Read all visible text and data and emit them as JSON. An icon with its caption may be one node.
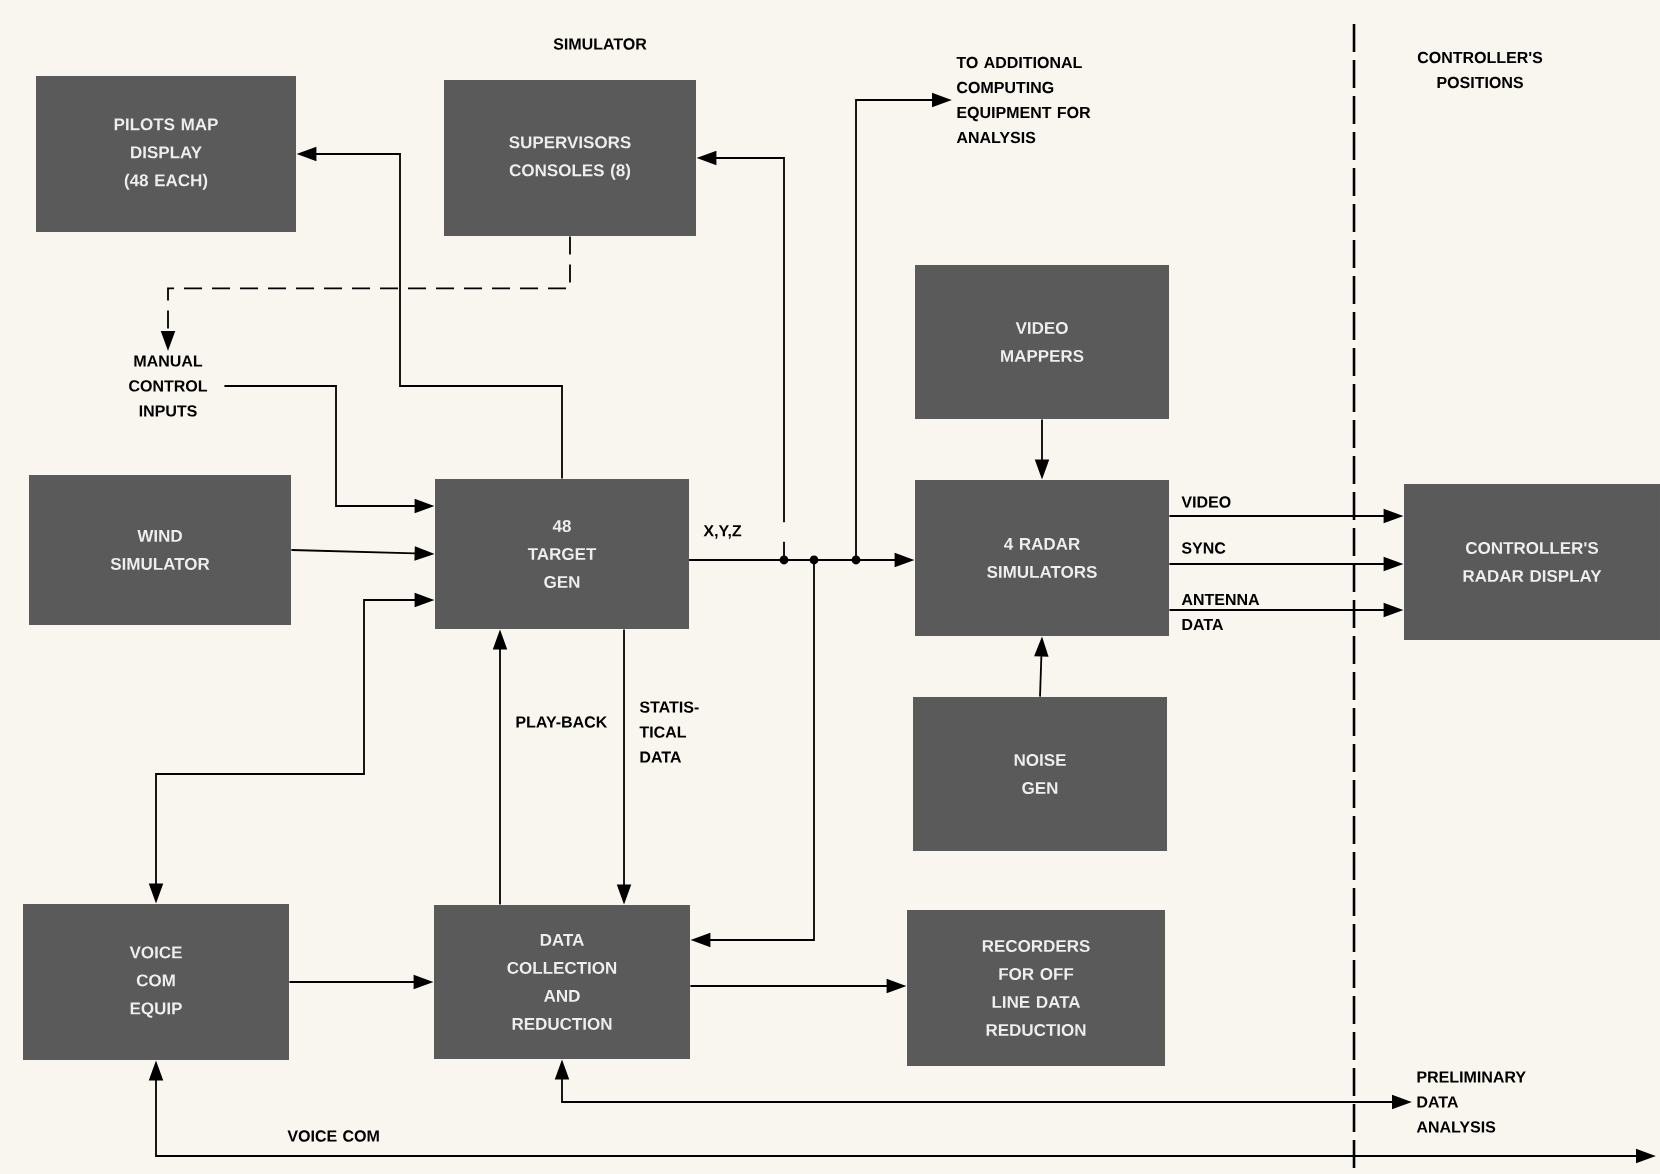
{
  "diagram": {
    "nodes": [
      {
        "text": [
          "PILOTS MAP DISPLAY (48 EACH)"
        ]
      },
      {
        "text": [
          "SUPERVISORS CONSOLES (8)"
        ]
      },
      {
        "text": [
          "MANUAL CONTROL INPUTS"
        ]
      },
      {
        "text": [
          "TO ADDITIONAL COMPUTING EQUIPMENT FOR ANALYSIS"
        ]
      },
      {
        "text": [
          "VIDEO MAPPERS"
        ]
      },
      {
        "text": [
          "WIND SIMULATOR"
        ]
      },
      {
        "text": [
          "48 TARGET GEN"
        ]
      },
      {
        "text": [
          "4 RADAR SIMULATORS"
        ]
      },
      {
        "text": [
          "CONTROLLER'S RADAR DISPLAY"
        ]
      },
      {
        "text": [
          "NOISE GEN"
        ]
      },
      {
        "text": [
          "VOICE COM EQUIP"
        ]
      },
      {
        "text": [
          "DATA COLLECTION AND REDUCTION"
        ]
      },
      {
        "text": [
          "RECORDERS FOR OFF LINE DATA REDUCTION"
        ]
      },
      {
        "text": [
          "PRELIMINARY DATA ANALYSIS"
        ]
      }
    ],
    "edges": [
      {
        "from": 6,
        "to": 0,
        "arrow": "to"
      },
      {
        "from": 1,
        "to": 2,
        "arrow": "to",
        "style": "dashed"
      },
      {
        "from": 2,
        "to": 6,
        "arrow": "to"
      },
      {
        "from": 5,
        "to": 6,
        "arrow": "to"
      },
      {
        "from": 10,
        "to": 6,
        "arrow": "both"
      },
      {
        "from": 6,
        "to": 1,
        "arrow": "to",
        "label": "X,Y,Z"
      },
      {
        "from": 6,
        "to": 7,
        "arrow": "to"
      },
      {
        "from": 6,
        "to": 3,
        "arrow": "to"
      },
      {
        "from": 6,
        "to": 11,
        "arrow": "to"
      },
      {
        "from": 4,
        "to": 7,
        "arrow": "to"
      },
      {
        "from": 9,
        "to": 7,
        "arrow": "to"
      },
      {
        "from": 7,
        "to": 8,
        "arrow": "to",
        "label": "VIDEO"
      },
      {
        "from": 7,
        "to": 8,
        "arrow": "to",
        "label": "SYNC"
      },
      {
        "from": 7,
        "to": 8,
        "arrow": "to",
        "label": "ANTENNA DATA"
      },
      {
        "from": 11,
        "to": 6,
        "arrow": "to",
        "label": "PLAY-BACK"
      },
      {
        "from": 6,
        "to": 11,
        "arrow": "to",
        "label": "STATIS- TICAL DATA"
      },
      {
        "from": 10,
        "to": 11,
        "arrow": "to"
      },
      {
        "from": 11,
        "to": 12,
        "arrow": "to"
      },
      {
        "from": 11,
        "to": 13,
        "arrow": "both"
      },
      {
        "from": 10,
        "to": null,
        "arrow": "both",
        "label": "VOICE COM"
      }
    ],
    "labels": [
      "SIMULATOR",
      "CONTROLLER'S POSITIONS"
    ]
  }
}
